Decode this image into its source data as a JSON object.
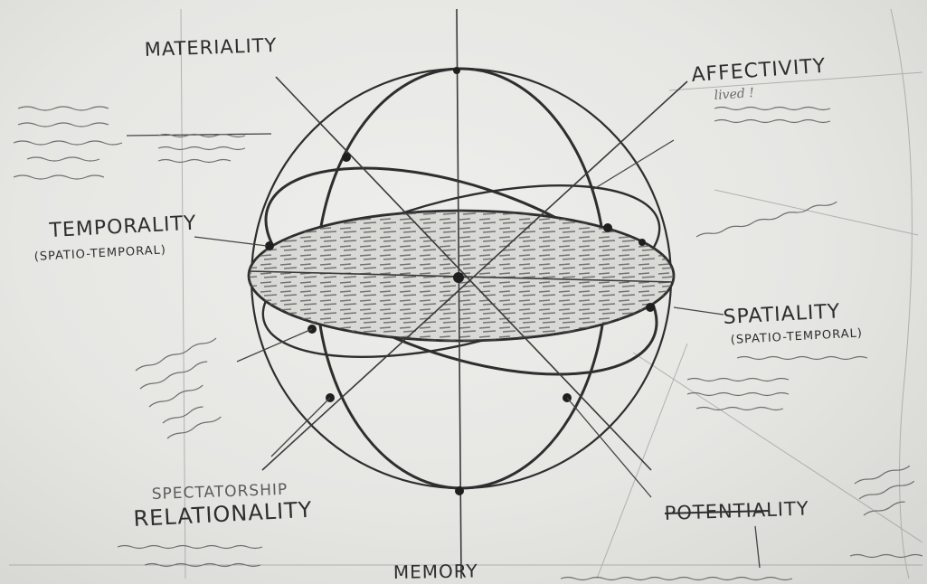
{
  "labels": {
    "materiality": "MATERIALITY",
    "affectivity": "AFFECTIVITY",
    "temporality": "TEMPORALITY",
    "temporality_sub": "(SPATIO-TEMPORAL)",
    "spatiality": "SPATIALITY",
    "spatiality_sub": "(SPATIO-TEMPORAL)",
    "spectatorship": "SPECTATORSHIP",
    "relationality": "RELATIONALITY",
    "potentiality": "POTENTIALITY",
    "memory": "MEMORY"
  },
  "notes": {
    "affectivity_sub": "lived !"
  },
  "colors": {
    "paper": "#e6e6e3",
    "ink": "#2e2e2e",
    "pencil": "#8a8a8a"
  }
}
